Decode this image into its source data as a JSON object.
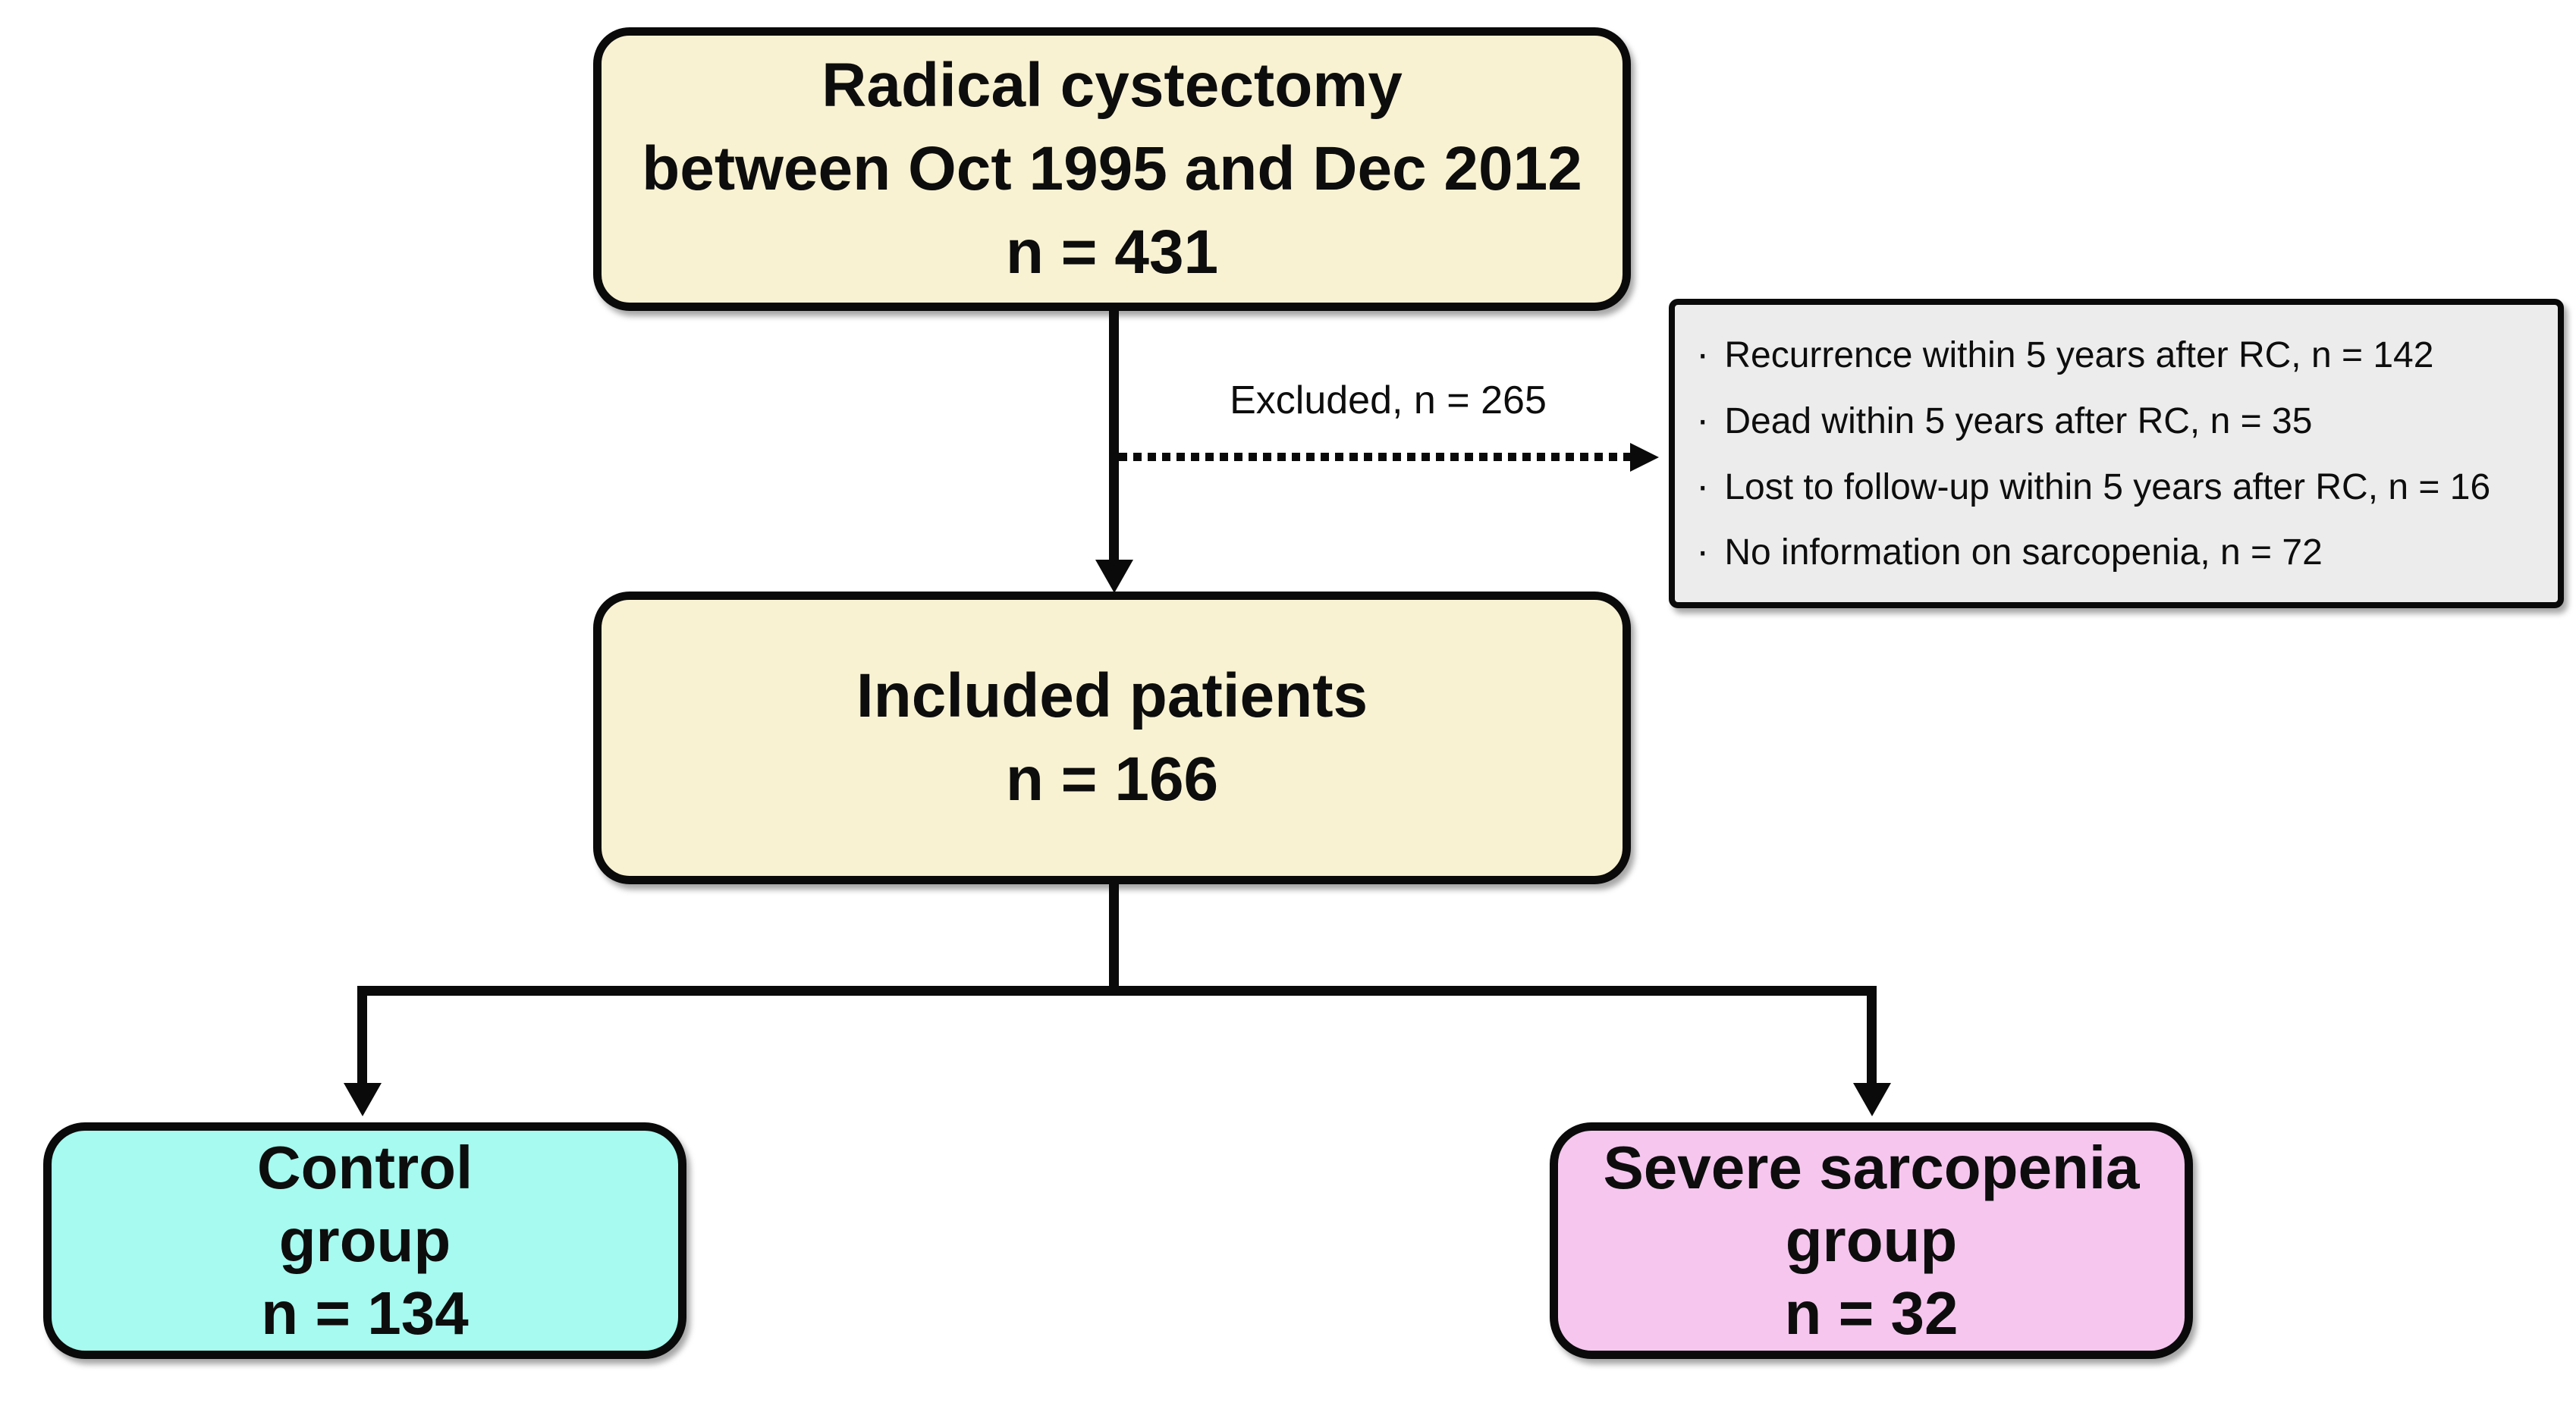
{
  "figure": {
    "top_box": {
      "lines": [
        "Radical cystectomy",
        "between Oct 1995 and Dec 2012",
        "n = 431"
      ]
    },
    "excluded_label": "Excluded, n = 265",
    "exclusion_box": {
      "bullet": "·",
      "items": [
        "Recurrence within 5 years after RC, n = 142",
        "Dead within 5 years after RC, n = 35",
        "Lost to follow-up within 5 years after RC, n = 16",
        "No information on sarcopenia, n = 72"
      ]
    },
    "included_box": {
      "lines": [
        "Included patients",
        "n = 166"
      ]
    },
    "control_box": {
      "lines": [
        "Control",
        "group",
        "n = 134"
      ]
    },
    "severe_box": {
      "lines": [
        "Severe sarcopenia",
        "group",
        "n = 32"
      ]
    },
    "colors": {
      "top_box_bg": "#F8F2D3",
      "included_box_bg": "#F8F2D3",
      "control_box_bg": "#A6FAEF",
      "severe_box_bg": "#F6C6EF",
      "exclusion_box_bg": "#ECECEC",
      "line_color": "#0A0A0A"
    }
  }
}
